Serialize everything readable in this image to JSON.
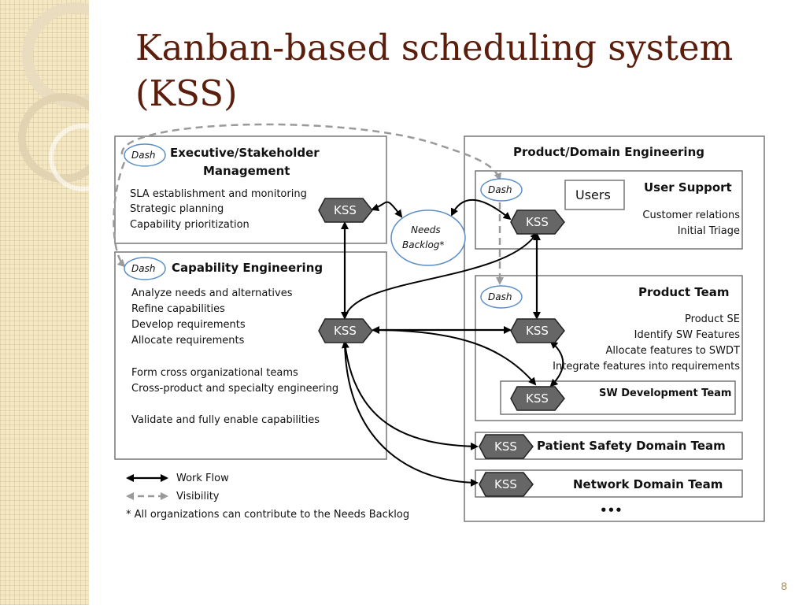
{
  "slide": {
    "title": "Kanban-based scheduling system (KSS)",
    "number": "8"
  },
  "colors": {
    "title": "#5c1e0c",
    "kss_fill": "#666666",
    "sidebar": "#f3e7c4",
    "dash_border": "#5b8ec5"
  },
  "nodes": {
    "dash_label": "Dash",
    "kss_label": "KSS",
    "needs_backlog": [
      "Needs",
      "Backlog*"
    ],
    "users": "Users"
  },
  "exec": {
    "title_line1": "Executive/Stakeholder",
    "title_line2": "Management",
    "items": [
      "SLA establishment and monitoring",
      "Strategic planning",
      "Capability prioritization"
    ]
  },
  "capeng": {
    "title": "Capability Engineering",
    "items": [
      "Analyze needs and alternatives",
      "Refine capabilities",
      "Develop requirements",
      "Allocate requirements",
      "",
      "Form cross organizational teams",
      "Cross-product and specialty engineering",
      "",
      "Validate and fully enable capabilities"
    ]
  },
  "product": {
    "title": "Product/Domain Engineering",
    "user_support": {
      "title": "User Support",
      "items": [
        "Customer relations",
        "Initial Triage"
      ]
    },
    "product_team": {
      "title": "Product Team",
      "items": [
        "Product SE",
        "Identify SW Features",
        "Allocate features to SWDT",
        "Integrate features into requirements"
      ]
    },
    "sw_dev_team": "SW Development Team",
    "patient_safety": "Patient Safety Domain Team",
    "network": "Network Domain Team",
    "more": "•••"
  },
  "legend": {
    "workflow": "Work Flow",
    "visibility": "Visibility",
    "footnote": "* All organizations can contribute to the Needs Backlog"
  }
}
